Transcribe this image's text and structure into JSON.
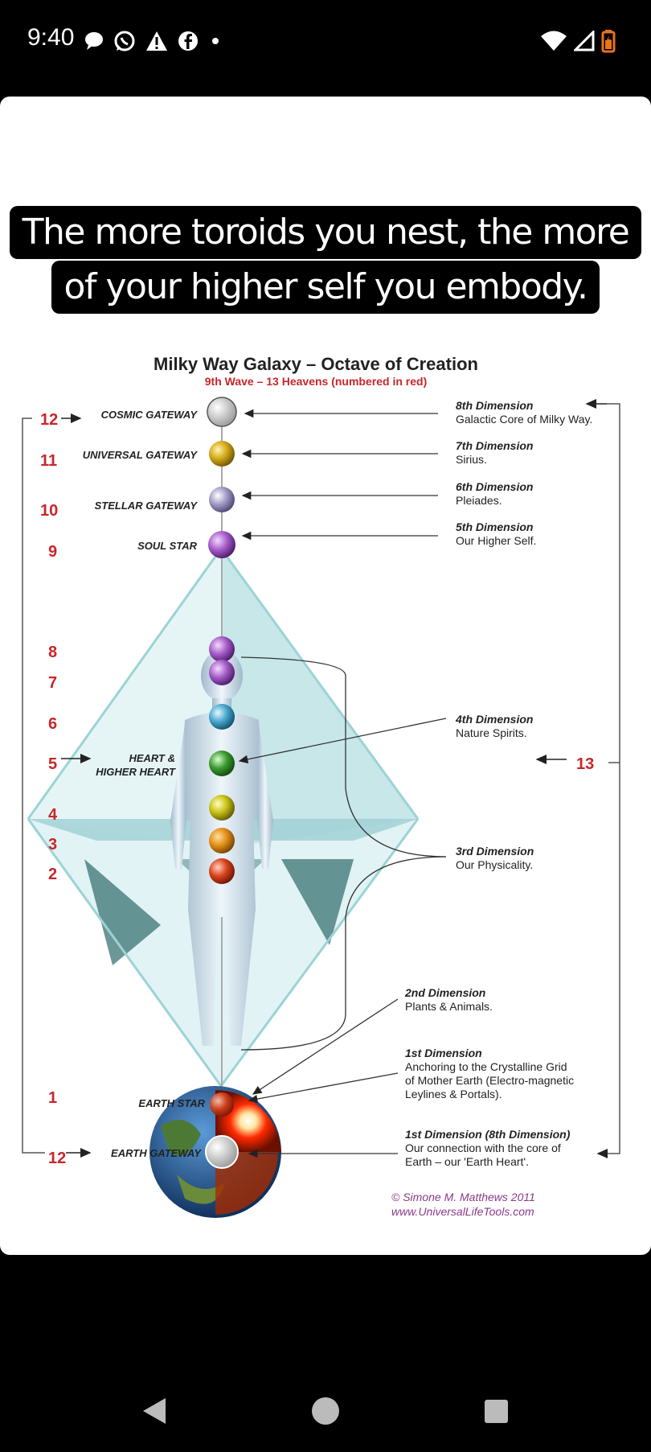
{
  "status_bar": {
    "time": "9:40",
    "left_icons": [
      "chat-bubble-icon",
      "whatsapp-icon",
      "warning-icon",
      "facebook-icon",
      "dot-icon"
    ],
    "right_icons": [
      "wifi-icon",
      "signal-icon",
      "battery-charging-icon"
    ]
  },
  "caption": {
    "line1": "The more toroids you nest, the more",
    "line2": "of your higher self you embody."
  },
  "diagram": {
    "title": "Milky Way Galaxy – Octave of Creation",
    "subtitle": "9th Wave – 13 Heavens (numbered in red)",
    "left_numbers": [
      "12",
      "11",
      "10",
      "9",
      "8",
      "7",
      "6",
      "5",
      "4",
      "3",
      "2",
      "1",
      "12"
    ],
    "gateways": {
      "cosmic": "COSMIC GATEWAY",
      "universal": "UNIVERSAL GATEWAY",
      "stellar": "STELLAR GATEWAY",
      "soul": "SOUL STAR",
      "heart1": "HEART &",
      "heart2": "HIGHER HEART",
      "earth_star": "EARTH STAR",
      "earth_gateway": "EARTH GATEWAY"
    },
    "dimensions": {
      "d8_title": "8th Dimension",
      "d8_desc": "Galactic Core of Milky Way.",
      "d7_title": "7th Dimension",
      "d7_desc": "Sirius.",
      "d6_title": "6th Dimension",
      "d6_desc": "Pleiades.",
      "d5_title": "5th Dimension",
      "d5_desc": "Our Higher Self.",
      "d4_title": "4th Dimension",
      "d4_desc": "Nature Spirits.",
      "d3_title": "3rd Dimension",
      "d3_desc": "Our Physicality.",
      "d2_title": "2nd Dimension",
      "d2_desc": "Plants & Animals.",
      "d1_title": "1st Dimension",
      "d1_desc1": "Anchoring to the Crystalline Grid",
      "d1_desc2": "of Mother Earth (Electro-magnetic",
      "d1_desc3": "Leylines & Portals).",
      "d1b_title": "1st Dimension (8th Dimension)",
      "d1b_desc1": "Our connection with the core of",
      "d1b_desc2": "Earth – our 'Earth Heart'."
    },
    "right_number": "13",
    "credit1": "© Simone M. Matthews 2011",
    "credit2": "www.UniversalLifeTools.com"
  },
  "nav_bar": {
    "buttons": [
      "back-button",
      "home-button",
      "recents-button"
    ]
  },
  "colors": {
    "red_number": "#c8262b",
    "crystal": "#bfe3e6",
    "caption_bg": "#000000"
  }
}
